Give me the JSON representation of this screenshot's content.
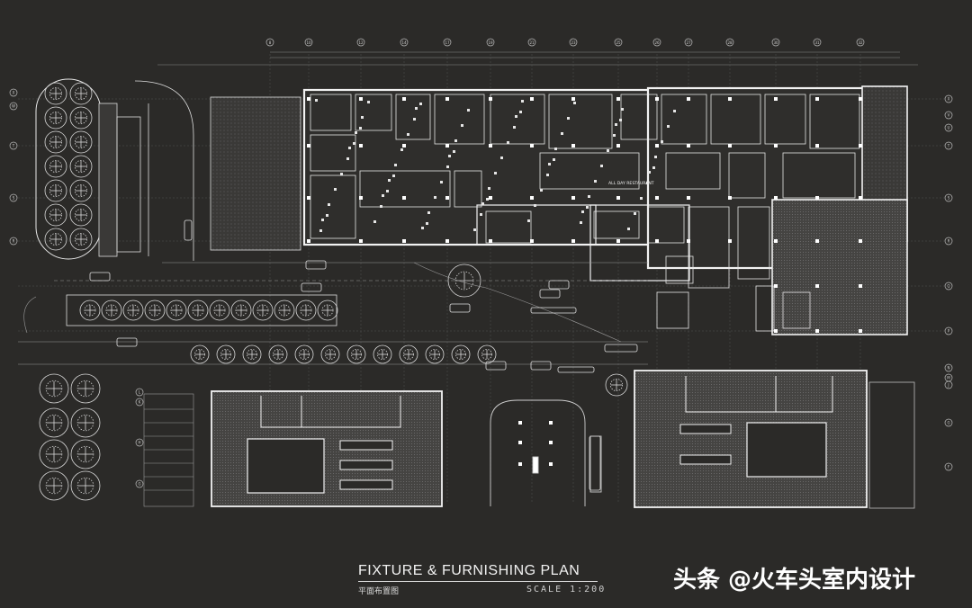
{
  "plan": {
    "title": "FIXTURE & FURNISHING PLAN",
    "subtitle": "平面布置图",
    "scale": "SCALE 1:200",
    "restaurant_label": "ALL DAY RESTAURANT",
    "grid_columns": [
      "8",
      "10",
      "12",
      "14",
      "17",
      "19",
      "21",
      "23",
      "25",
      "26",
      "27",
      "28",
      "30",
      "31",
      "32"
    ],
    "grid_rows_left": [
      "X",
      "W",
      "T",
      "S",
      "R"
    ],
    "grid_rows_right": [
      "X",
      "V",
      "U",
      "T",
      "S",
      "R",
      "Q",
      "P"
    ],
    "grid_rows_lower_left": [
      "L",
      "K",
      "H",
      "G"
    ],
    "grid_rows_lower_right": [
      "N",
      "M",
      "J",
      "G",
      "F"
    ]
  },
  "watermark": "头条 @火车头室内设计",
  "colors": {
    "background": "#2b2a28",
    "line": "#f0f0f0",
    "dim_line": "#8a8a8a",
    "hatch": "#6f6f6f"
  }
}
